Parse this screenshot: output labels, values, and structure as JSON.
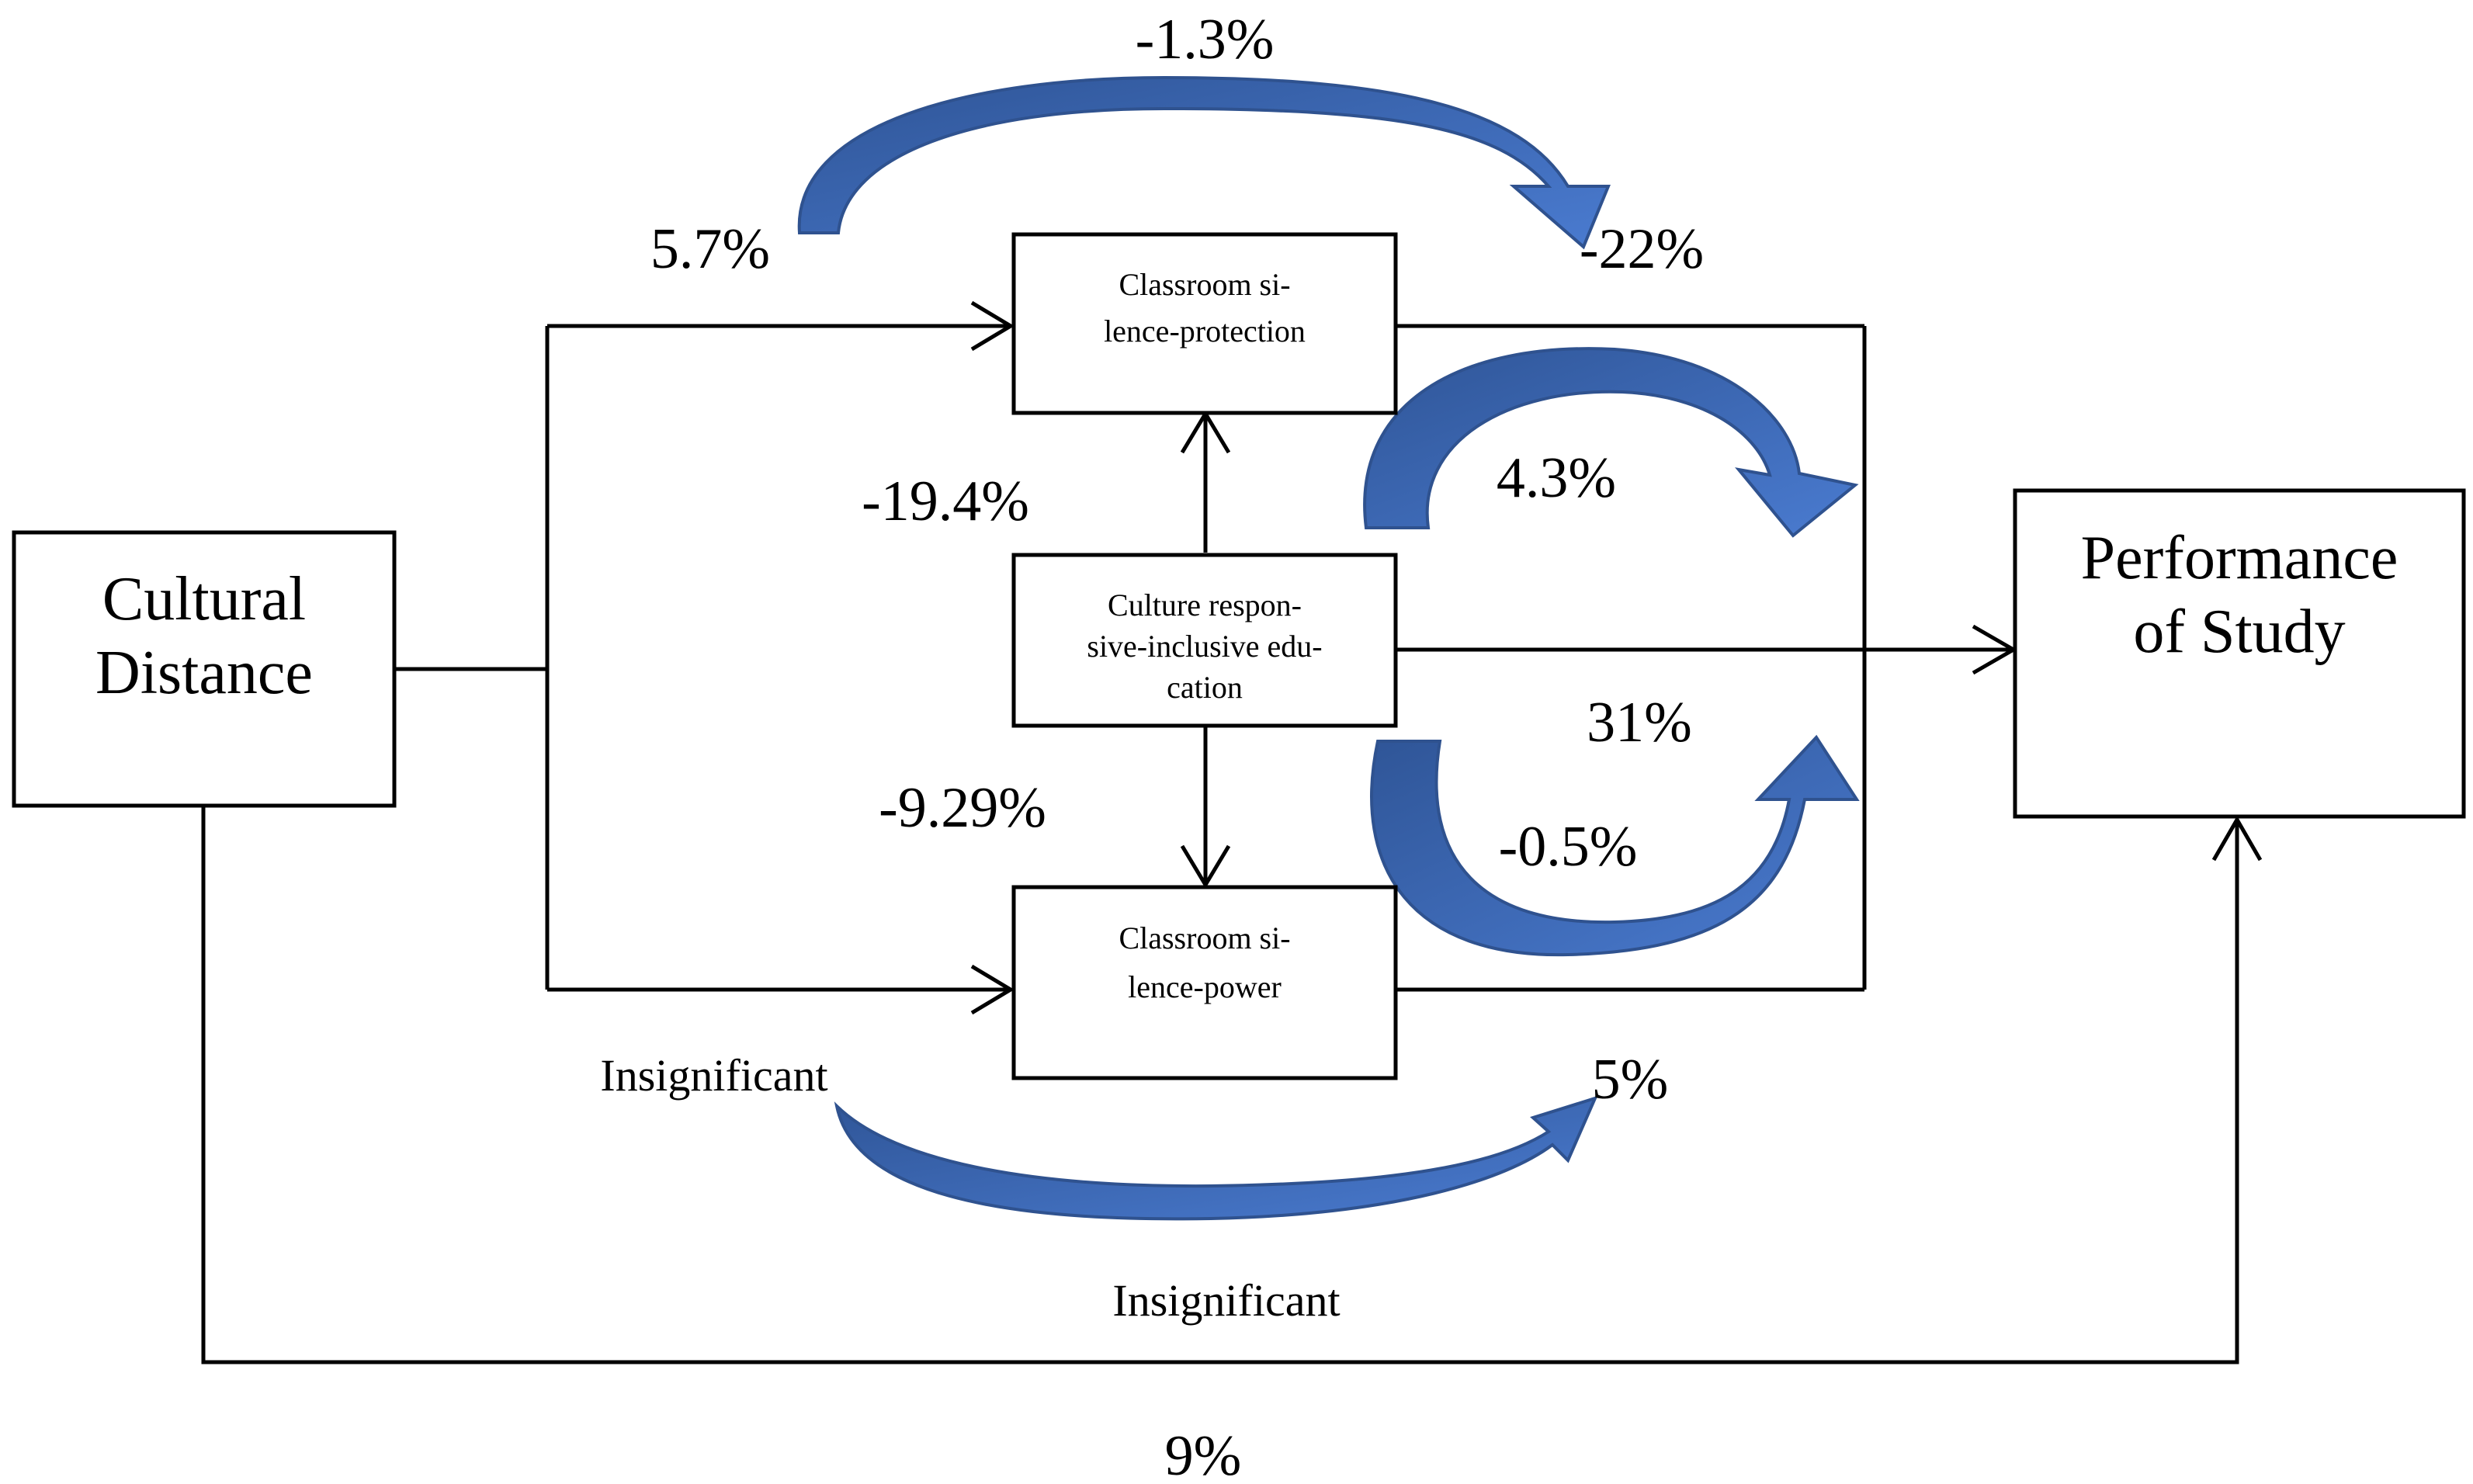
{
  "nodes": {
    "cultural_distance": {
      "line1": "Cultural",
      "line2": "Distance"
    },
    "silence_protection": {
      "line1": "Classroom si-",
      "line2": "lence-protection"
    },
    "culture_responsive": {
      "line1": "Culture respon-",
      "line2": "sive-inclusive edu-",
      "line3": "cation"
    },
    "silence_power": {
      "line1": "Classroom si-",
      "line2": "lence-power"
    },
    "performance": {
      "line1": "Performance",
      "line2": "of Study"
    }
  },
  "labels": {
    "top_curve": "-1.3%",
    "cd_to_protection": "5.7%",
    "protection_to_perf": "-22%",
    "cre_to_protection": "-19.4%",
    "protection_mediation": "4.3%",
    "cre_to_perf": "31%",
    "cre_to_power": "-9.29%",
    "power_mediation": "-0.5%",
    "cd_to_power": "Insignificant",
    "power_to_perf": "5%",
    "cd_to_perf_significance": "Insignificant",
    "cd_to_perf": "9%"
  },
  "colors": {
    "curved_arrow_fill": "#4472c4",
    "curved_arrow_stroke": "#2f528f",
    "line": "#000000"
  }
}
